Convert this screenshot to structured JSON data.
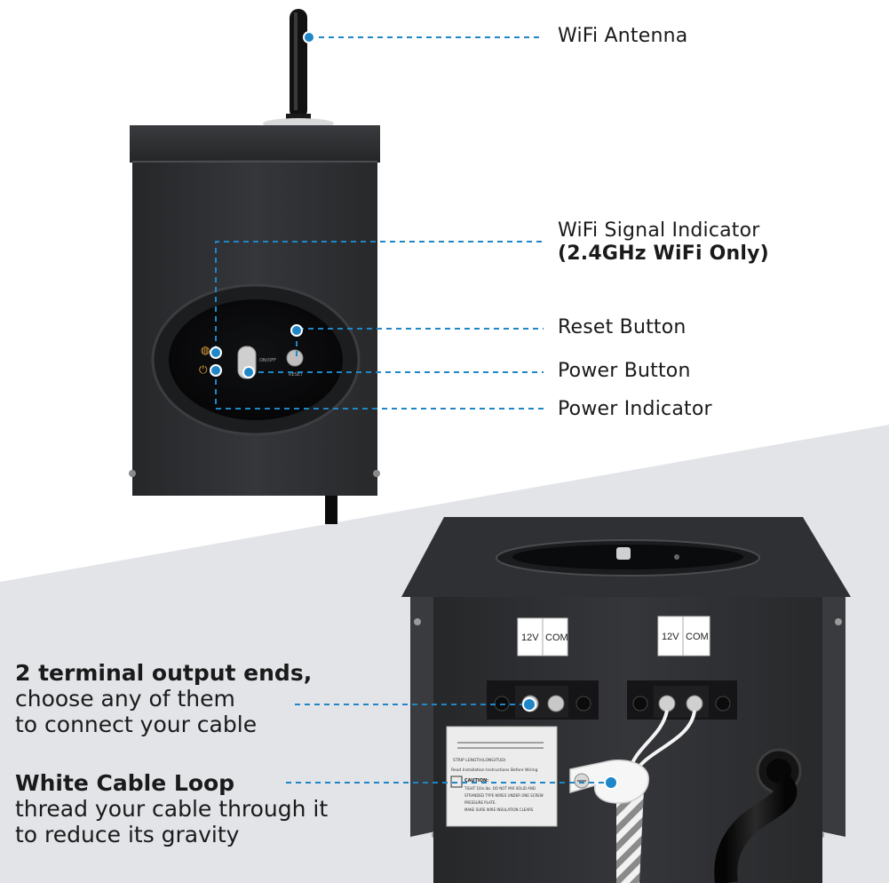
{
  "callouts": {
    "antenna": "WiFi Antenna",
    "signal_title": "WiFi Signal Indicator",
    "signal_note": "(2.4GHz WiFi Only)",
    "reset": "Reset Button",
    "power_button": "Power Button",
    "power_indicator": "Power Indicator"
  },
  "terminal_info": {
    "heading": "2 terminal output ends,",
    "line1": "choose any of them",
    "line2": "to connect your cable"
  },
  "cable_loop_info": {
    "heading": "White Cable Loop",
    "line1": "thread your cable through it",
    "line2": "to reduce its gravity"
  },
  "device": {
    "switch_label": "ON/OFF",
    "reset_label": "RESET",
    "terminal_left": {
      "positive": "12V",
      "common": "COM"
    },
    "terminal_right": {
      "positive": "12V",
      "common": "COM"
    },
    "sticker": {
      "strip_length": "STRIP LENGTH(LONGITUD)",
      "instructions": "Read Installation Instructions Before Wiring",
      "caution": "CAUTION:",
      "lines": [
        "TIGHT 10in.lbs. DO NOT MIX SOLID AND",
        "STRANDED TYPE WIRES UNDER ONE SCREW",
        "PRESSURE PLATE.",
        "MAKE SURE WIRE INSULATION CLEARS"
      ]
    }
  },
  "colors": {
    "accent": "#1f86c8",
    "background_lower": "#e2e4e8",
    "housing": "#2e2f31",
    "text": "#1a1a1a"
  }
}
